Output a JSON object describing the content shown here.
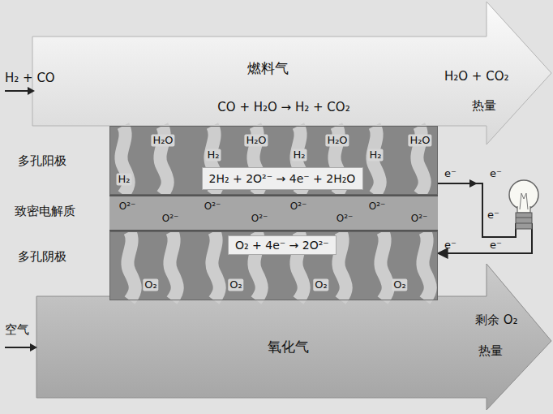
{
  "diagram": {
    "nodes": [
      {
        "text": [
          "燃料气",
          "CO + H₂O → H₂ + CO₂"
        ]
      },
      {
        "text": [
          "H₂O",
          "H₂O",
          "H₂O",
          "H₂O",
          "H₂",
          "H₂",
          "H₂",
          "H₂"
        ]
      },
      {
        "text": [
          "2H₂ + 2O²⁻ → 4e⁻ + 2H₂O"
        ],
        "in": 1
      },
      {
        "text": [
          "O²⁻",
          "O²⁻",
          "O²⁻",
          "O²⁻",
          "O²⁻",
          "O²⁻",
          "O²⁻",
          "O²⁻"
        ]
      },
      {
        "text": [
          "O₂",
          "O₂",
          "O₂",
          "O₂"
        ]
      },
      {
        "text": [
          "O₂ + 4e⁻ → 2O²⁻"
        ],
        "in": 4
      },
      {
        "text": [
          "氧化气"
        ]
      }
    ],
    "edges": [
      {
        "from": 1,
        "to": 4,
        "arrow": "to"
      }
    ],
    "labels": [
      "H₂ + CO",
      "H₂O + CO₂",
      "热量",
      "多孔阳极",
      "致密电解质",
      "多孔阴极",
      "e⁻",
      "e⁻",
      "e⁻",
      "e⁻",
      "e⁻",
      "空气",
      "剩余 O₂",
      "热量"
    ]
  }
}
